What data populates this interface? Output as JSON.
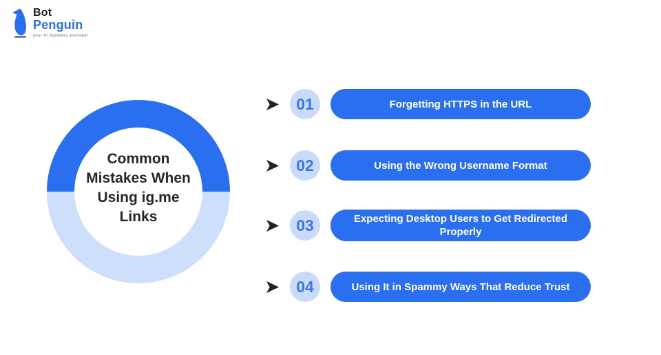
{
  "logo": {
    "brand_top": "Bot",
    "brand_bottom": "Penguin",
    "tagline": "your AI business assistant"
  },
  "donut": {
    "title_lines": [
      "Common",
      "Mistakes When",
      "Using ig.me",
      "Links"
    ]
  },
  "items": [
    {
      "number": "01",
      "label": "Forgetting HTTPS in the URL"
    },
    {
      "number": "02",
      "label": "Using the Wrong Username Format"
    },
    {
      "number": "03",
      "label": "Expecting Desktop Users to Get Redirected Properly"
    },
    {
      "number": "04",
      "label": "Using It in Spammy Ways That Reduce Trust"
    }
  ],
  "colors": {
    "accent_blue": "#2A6FF0",
    "light_blue": "#C9DBF9",
    "donut_bottom": "#CEDFFB",
    "number_text": "#3B76E8",
    "arrow_dark": "#222222",
    "title_dark": "#23262B",
    "brand_dark": "#1B1B1B",
    "tagline_gray": "#666666"
  }
}
